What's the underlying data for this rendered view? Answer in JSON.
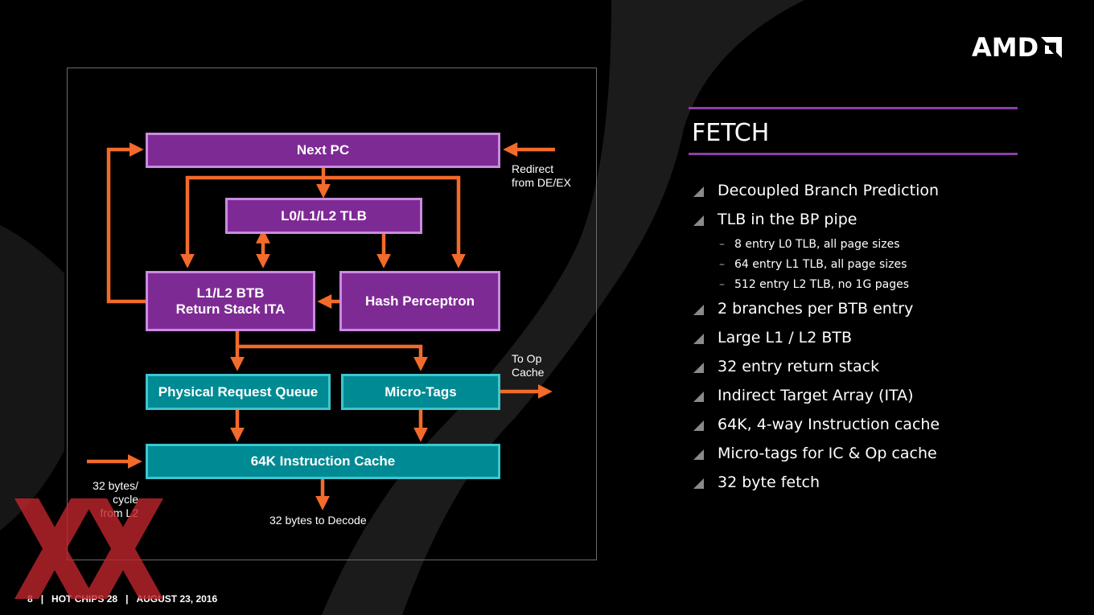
{
  "brand": {
    "logo_text": "AMD"
  },
  "diagram": {
    "boxes": {
      "next_pc": "Next PC",
      "tlb": "L0/L1/L2 TLB",
      "btb_line1": "L1/L2 BTB",
      "btb_line2": "Return Stack ITA",
      "hash_perceptron": "Hash Perceptron",
      "physical_request_queue": "Physical Request Queue",
      "micro_tags": "Micro-Tags",
      "instruction_cache": "64K Instruction Cache"
    },
    "labels": {
      "redirect_1": "Redirect",
      "redirect_2": "from DE/EX",
      "to_op_1": "To Op",
      "to_op_2": "Cache",
      "l2_1": "32 bytes/",
      "l2_2": "cycle",
      "l2_3": "from L2",
      "decode": "32 bytes to Decode"
    },
    "colors": {
      "purple": "#7e2a94",
      "teal": "#008a93",
      "arrow": "#f26b2a"
    }
  },
  "panel": {
    "title": "FETCH",
    "bullets": [
      {
        "text": "Decoupled Branch Prediction"
      },
      {
        "text": "TLB in the BP pipe"
      },
      {
        "sub": "8 entry L0 TLB, all page sizes"
      },
      {
        "sub": "64 entry L1 TLB, all page sizes"
      },
      {
        "sub": "512 entry L2 TLB, no 1G pages"
      },
      {
        "text": "2 branches per BTB entry"
      },
      {
        "text": "Large L1 / L2 BTB"
      },
      {
        "text": "32 entry return stack"
      },
      {
        "text": "Indirect Target Array (ITA)"
      },
      {
        "text": "64K, 4-way Instruction cache"
      },
      {
        "text": "Micro-tags for IC & Op cache"
      },
      {
        "text": "32 byte fetch"
      }
    ]
  },
  "footer": {
    "page": "8",
    "sep1": "|",
    "event": "HOT CHIPS 28",
    "sep2": "|",
    "date": "AUGUST 23, 2016"
  }
}
